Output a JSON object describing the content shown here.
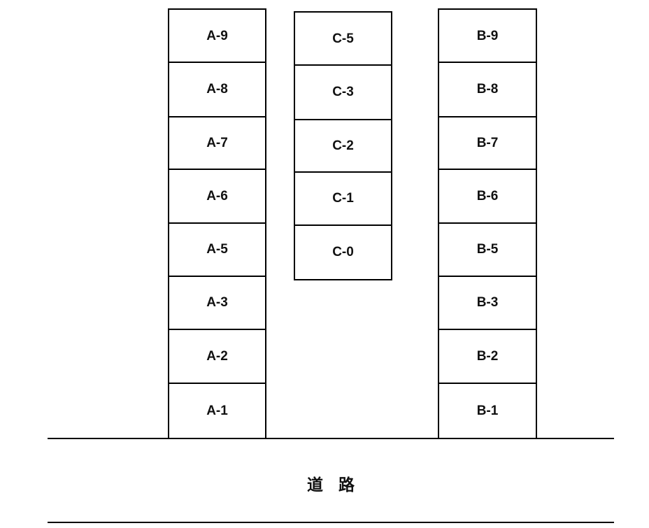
{
  "columns": [
    {
      "id": "A",
      "spaces": [
        "A-9",
        "A-8",
        "A-7",
        "A-6",
        "A-5",
        "A-3",
        "A-2",
        "A-1"
      ]
    },
    {
      "id": "C",
      "spaces": [
        "C-5",
        "C-3",
        "C-2",
        "C-1",
        "C-0"
      ]
    },
    {
      "id": "B",
      "spaces": [
        "B-9",
        "B-8",
        "B-7",
        "B-6",
        "B-5",
        "B-3",
        "B-2",
        "B-1"
      ]
    }
  ],
  "road": {
    "label": "道路"
  }
}
